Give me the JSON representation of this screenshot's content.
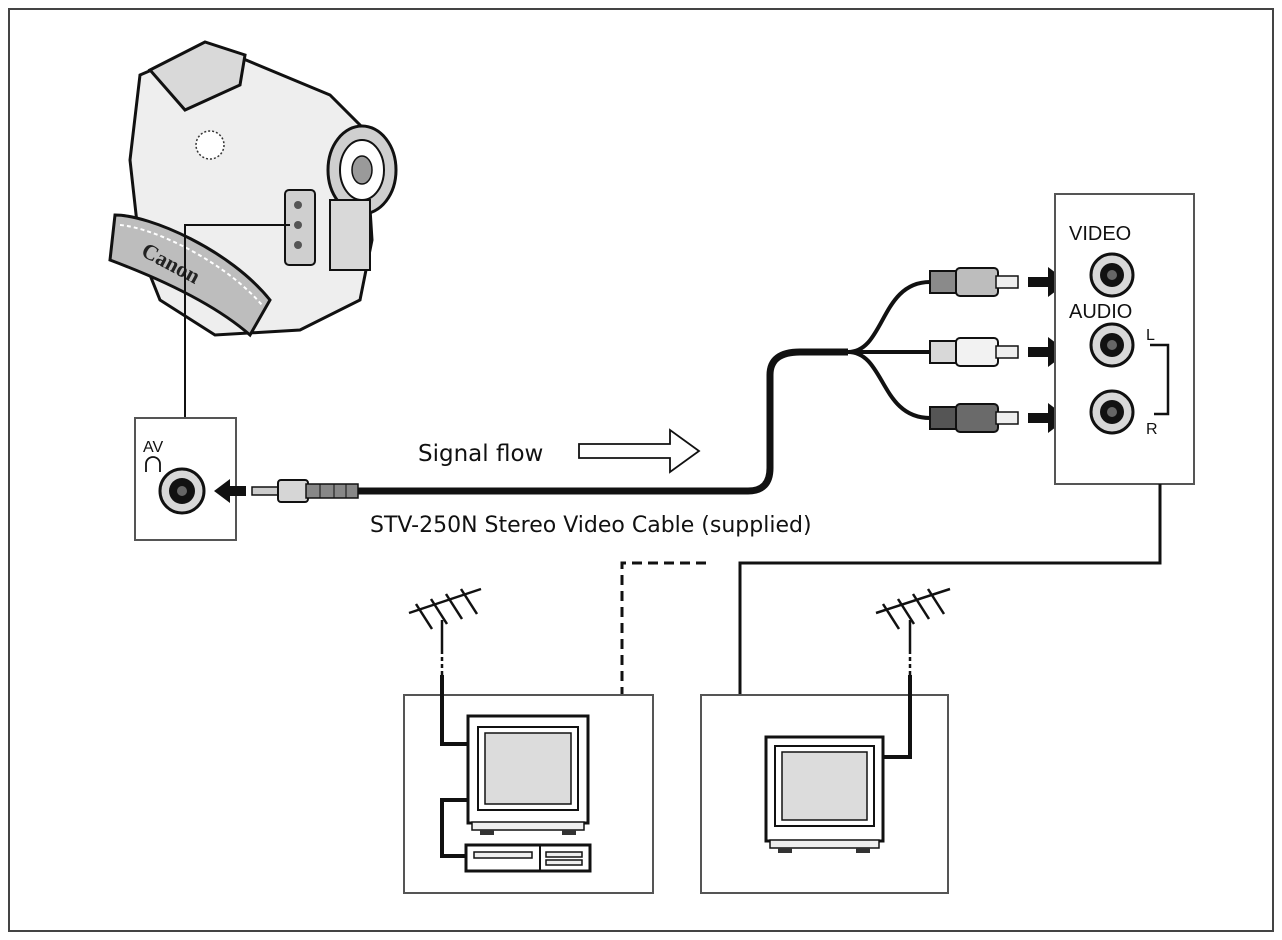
{
  "camera": {
    "brand": "Canon"
  },
  "av_panel": {
    "label": "AV"
  },
  "signal_flow": {
    "label": "Signal flow"
  },
  "cable": {
    "caption": "STV-250N Stereo Video Cable (supplied)"
  },
  "tv_panel": {
    "video_label": "VIDEO",
    "audio_label": "AUDIO",
    "left_label": "L",
    "right_label": "R"
  },
  "colors": {
    "line": "#111111",
    "panel_border": "#555555",
    "fill_light": "#e6e6e6",
    "fill_mid": "#bdbdbd",
    "fill_dark": "#555555"
  }
}
